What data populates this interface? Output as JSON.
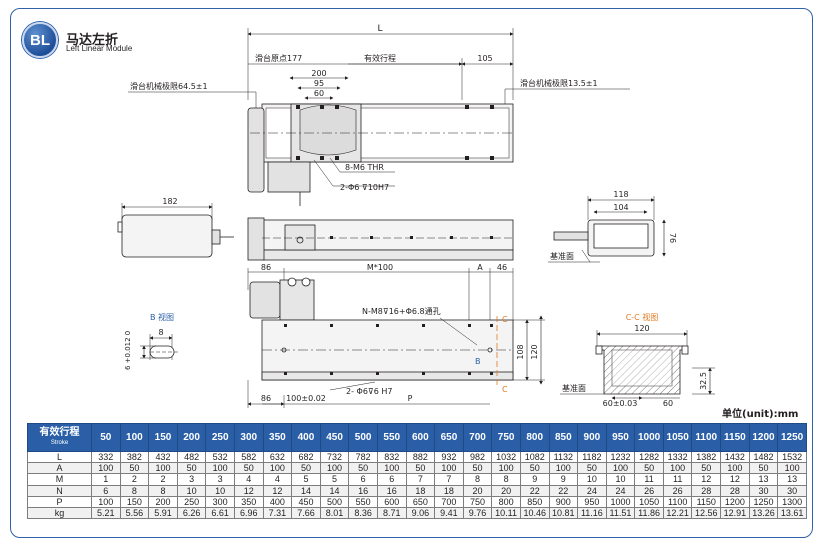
{
  "header": {
    "badge": "BL",
    "title_cn": "马达左折",
    "title_en": "Left Linear Module"
  },
  "dimensions": {
    "L": "L",
    "slide_origin": "滑台原点177",
    "effective_stroke": "有效行程",
    "d105": "105",
    "d200": "200",
    "d95": "95",
    "d60": "60",
    "mech_limit_left": "滑台机械极限64.5±1",
    "mech_limit_right": "滑台机械极限13.5±1",
    "thread_8": "8-M6 THR",
    "pin_2": "2-Φ6 ⊽10H7",
    "d182": "182",
    "d118": "118",
    "d104": "104",
    "d76": "76",
    "base_face_1": "基准面",
    "d86_top": "86",
    "m100": "M*100",
    "A": "A",
    "d46": "46",
    "n_m8": "N-M8⊽16+Φ6.8通孔",
    "C_top": "C",
    "C_bottom": "C",
    "B_mark": "B",
    "d108": "108",
    "d120_v": "120",
    "pin_2b": "2- Φ6⊽6 H7",
    "d86_bot": "86",
    "d100_tol": "100±0.02",
    "P": "P",
    "b_view": "B 视图",
    "b8": "8",
    "b6": "6",
    "b_tol": "6 +0.012 0",
    "b0": "0",
    "cc_view": "C-C 视图",
    "d120_h": "120",
    "base_face_2": "基准面",
    "d32_5": "32.5",
    "d60_tol": "60±0.03",
    "d60b": "60"
  },
  "unit_label": "单位(unit):mm",
  "table": {
    "head_main": "有效行程",
    "head_sub": "Stroke",
    "strokes": [
      "50",
      "100",
      "150",
      "200",
      "250",
      "300",
      "350",
      "400",
      "450",
      "500",
      "550",
      "600",
      "650",
      "700",
      "750",
      "800",
      "850",
      "900",
      "950",
      "1000",
      "1050",
      "1100",
      "1150",
      "1200",
      "1250"
    ],
    "rows": [
      {
        "label": "L",
        "values": [
          "332",
          "382",
          "432",
          "482",
          "532",
          "582",
          "632",
          "682",
          "732",
          "782",
          "832",
          "882",
          "932",
          "982",
          "1032",
          "1082",
          "1132",
          "1182",
          "1232",
          "1282",
          "1332",
          "1382",
          "1432",
          "1482",
          "1532"
        ]
      },
      {
        "label": "A",
        "values": [
          "100",
          "50",
          "100",
          "50",
          "100",
          "50",
          "100",
          "50",
          "100",
          "50",
          "100",
          "50",
          "100",
          "50",
          "100",
          "50",
          "100",
          "50",
          "100",
          "50",
          "100",
          "50",
          "100",
          "50",
          "100"
        ]
      },
      {
        "label": "M",
        "values": [
          "1",
          "2",
          "2",
          "3",
          "3",
          "4",
          "4",
          "5",
          "5",
          "6",
          "6",
          "7",
          "7",
          "8",
          "8",
          "9",
          "9",
          "10",
          "10",
          "11",
          "11",
          "12",
          "12",
          "13",
          "13"
        ]
      },
      {
        "label": "N",
        "values": [
          "6",
          "8",
          "8",
          "10",
          "10",
          "12",
          "12",
          "14",
          "14",
          "16",
          "16",
          "18",
          "18",
          "20",
          "20",
          "22",
          "22",
          "24",
          "24",
          "26",
          "26",
          "28",
          "28",
          "30",
          "30"
        ]
      },
      {
        "label": "P",
        "values": [
          "100",
          "150",
          "200",
          "250",
          "300",
          "350",
          "400",
          "450",
          "500",
          "550",
          "600",
          "650",
          "700",
          "750",
          "800",
          "850",
          "900",
          "950",
          "1000",
          "1050",
          "1100",
          "1150",
          "1200",
          "1250",
          "1300"
        ]
      },
      {
        "label": "kg",
        "values": [
          "5.21",
          "5.56",
          "5.91",
          "6.26",
          "6.61",
          "6.96",
          "7.31",
          "7.66",
          "8.01",
          "8.36",
          "8.71",
          "9.06",
          "9.41",
          "9.76",
          "10.11",
          "10.46",
          "10.81",
          "11.16",
          "11.51",
          "11.86",
          "12.21",
          "12.56",
          "12.91",
          "13.26",
          "13.61"
        ]
      }
    ]
  },
  "colors": {
    "accent": "#2a5fa8",
    "annotation_orange": "#e07a1f",
    "annotation_blue": "#2a5fa8"
  }
}
